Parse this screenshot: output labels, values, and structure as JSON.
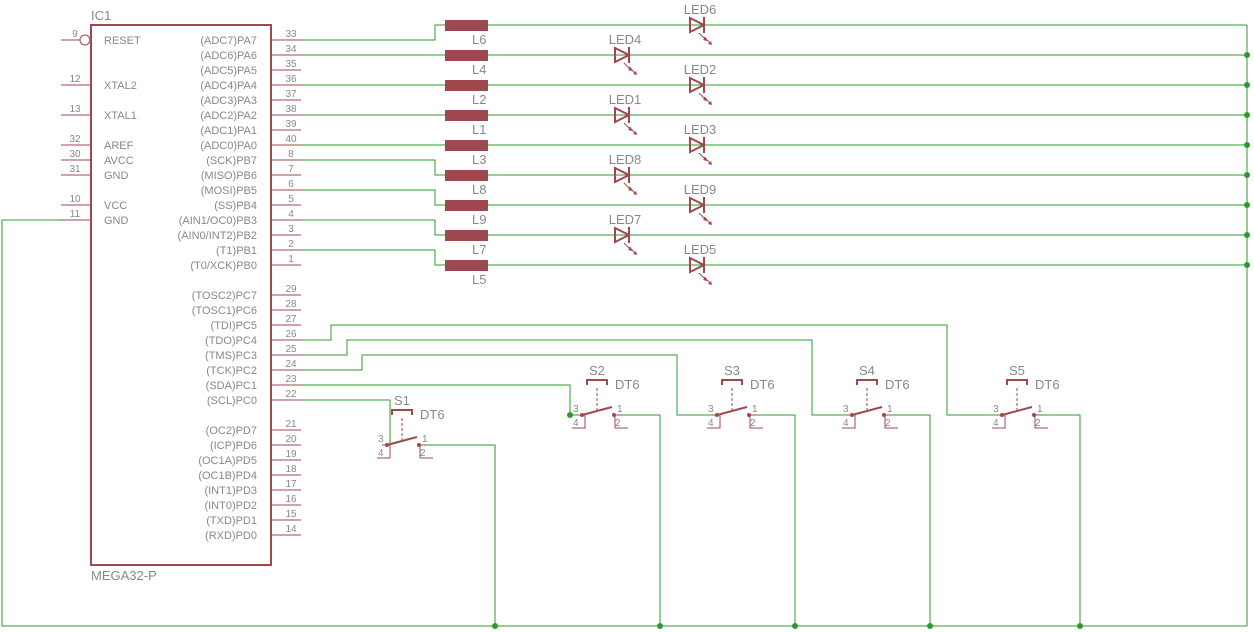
{
  "colors": {
    "component": "#a0484f",
    "label": "#888888",
    "wire": "#2e9a2e",
    "background": "#ffffff"
  },
  "ic": {
    "ref": "IC1",
    "value": "MEGA32-P",
    "left_pins": [
      {
        "num": "9",
        "name": "RESET",
        "inverted": true
      },
      {
        "num": "12",
        "name": "XTAL2"
      },
      {
        "num": "13",
        "name": "XTAL1"
      },
      {
        "num": "32",
        "name": "AREF"
      },
      {
        "num": "30",
        "name": "AVCC"
      },
      {
        "num": "31",
        "name": "GND"
      },
      {
        "num": "10",
        "name": "VCC"
      },
      {
        "num": "11",
        "name": "GND"
      }
    ],
    "right_pins": [
      {
        "num": "33",
        "name": "(ADC7)PA7"
      },
      {
        "num": "34",
        "name": "(ADC6)PA6"
      },
      {
        "num": "35",
        "name": "(ADC5)PA5"
      },
      {
        "num": "36",
        "name": "(ADC4)PA4"
      },
      {
        "num": "37",
        "name": "(ADC3)PA3"
      },
      {
        "num": "38",
        "name": "(ADC2)PA2"
      },
      {
        "num": "39",
        "name": "(ADC1)PA1"
      },
      {
        "num": "40",
        "name": "(ADC0)PA0"
      },
      {
        "num": "8",
        "name": "(SCK)PB7"
      },
      {
        "num": "7",
        "name": "(MISO)PB6"
      },
      {
        "num": "6",
        "name": "(MOSI)PB5"
      },
      {
        "num": "5",
        "name": "(SS)PB4"
      },
      {
        "num": "4",
        "name": "(AIN1/OC0)PB3"
      },
      {
        "num": "3",
        "name": "(AIN0/INT2)PB2"
      },
      {
        "num": "2",
        "name": "(T1)PB1"
      },
      {
        "num": "1",
        "name": "(T0/XCK)PB0"
      },
      {
        "num": "29",
        "name": "(TOSC2)PC7"
      },
      {
        "num": "28",
        "name": "(TOSC1)PC6"
      },
      {
        "num": "27",
        "name": "(TDI)PC5"
      },
      {
        "num": "26",
        "name": "(TDO)PC4"
      },
      {
        "num": "25",
        "name": "(TMS)PC3"
      },
      {
        "num": "24",
        "name": "(TCK)PC2"
      },
      {
        "num": "23",
        "name": "(SDA)PC1"
      },
      {
        "num": "22",
        "name": "(SCL)PC0"
      },
      {
        "num": "21",
        "name": "(OC2)PD7"
      },
      {
        "num": "20",
        "name": "(ICP)PD6"
      },
      {
        "num": "19",
        "name": "(OC1A)PD5"
      },
      {
        "num": "18",
        "name": "(OC1B)PD4"
      },
      {
        "num": "17",
        "name": "(INT1)PD3"
      },
      {
        "num": "16",
        "name": "(INT0)PD2"
      },
      {
        "num": "15",
        "name": "(TXD)PD1"
      },
      {
        "num": "14",
        "name": "(RXD)PD0"
      }
    ]
  },
  "channels": [
    {
      "pin": "33",
      "resistor": "L6",
      "led": "LED6"
    },
    {
      "pin": "34",
      "resistor": "L4",
      "led": "LED4"
    },
    {
      "pin": "36",
      "resistor": "L2",
      "led": "LED2"
    },
    {
      "pin": "38",
      "resistor": "L1",
      "led": "LED1"
    },
    {
      "pin": "40",
      "resistor": "L3",
      "led": "LED3"
    },
    {
      "pin": "8",
      "resistor": "L8",
      "led": "LED8"
    },
    {
      "pin": "6",
      "resistor": "L9",
      "led": "LED9"
    },
    {
      "pin": "4",
      "resistor": "L7",
      "led": "LED7"
    },
    {
      "pin": "2",
      "resistor": "L5",
      "led": "LED5"
    }
  ],
  "switches": [
    {
      "ref": "S1",
      "value": "DT6",
      "pin": "22",
      "pins": [
        "3",
        "1",
        "4",
        "2"
      ]
    },
    {
      "ref": "S2",
      "value": "DT6",
      "pin": "23",
      "pins": [
        "3",
        "1",
        "4",
        "2"
      ]
    },
    {
      "ref": "S3",
      "value": "DT6",
      "pin": "24",
      "pins": [
        "3",
        "1",
        "4",
        "2"
      ]
    },
    {
      "ref": "S4",
      "value": "DT6",
      "pin": "25",
      "pins": [
        "3",
        "1",
        "4",
        "2"
      ]
    },
    {
      "ref": "S5",
      "value": "DT6",
      "pin": "26",
      "pins": [
        "3",
        "1",
        "4",
        "2"
      ]
    }
  ]
}
